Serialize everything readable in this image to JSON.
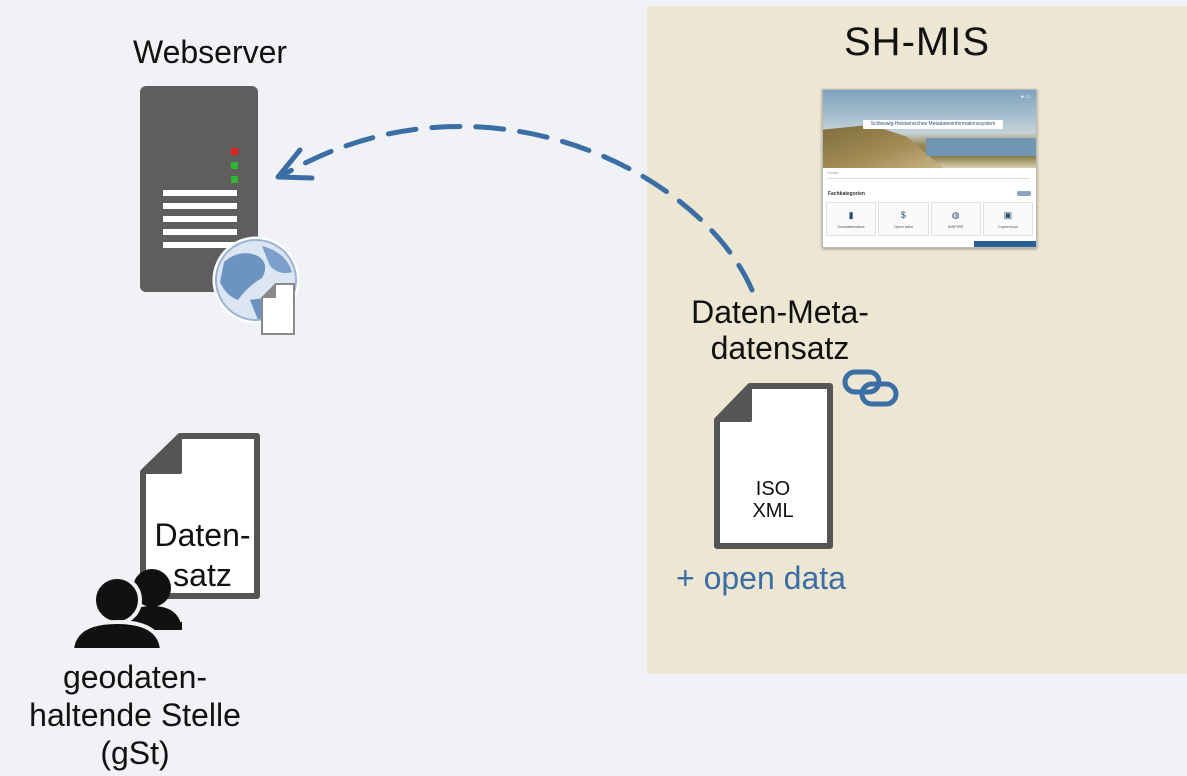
{
  "panel": {
    "title": "SH-MIS",
    "color": "#ece6d2"
  },
  "webserver": {
    "label": "Webserver"
  },
  "metadata": {
    "label_line1": "Daten-Meta-",
    "label_line2": "datensatz",
    "doc_line1": "ISO",
    "doc_line2": "XML",
    "open_data": "+ open data"
  },
  "dataset": {
    "doc_line1": "Daten-",
    "doc_line2": "satz"
  },
  "holder": {
    "line1": "geodaten-",
    "line2": "haltende Stelle",
    "line3": "(gSt)"
  },
  "portal": {
    "banner": "Schleswig-Holsteinisches Metadateninformationssystem",
    "search_placeholder": "Suche ...",
    "categories_heading": "Fachkategorien",
    "tiles": [
      {
        "icon": "map-icon",
        "label": "Geodatensätze"
      },
      {
        "icon": "dollar-icon",
        "label": "Open data"
      },
      {
        "icon": "globe-icon",
        "label": "INSPIRE"
      },
      {
        "icon": "image-icon",
        "label": "Copernicus"
      }
    ]
  },
  "colors": {
    "arrow": "#3a6ea5",
    "accent_text": "#3a6ea5",
    "background": "#f1f2f6"
  }
}
